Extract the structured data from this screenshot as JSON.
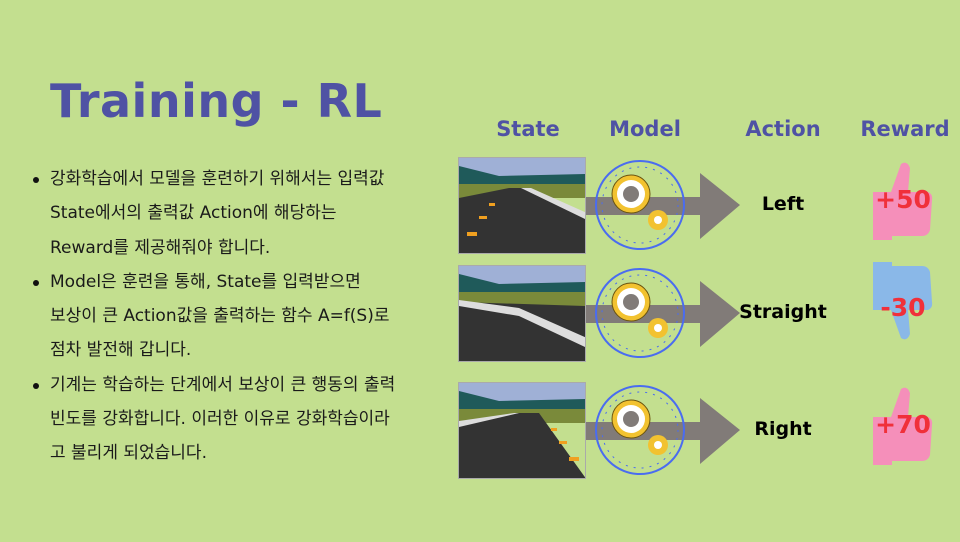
{
  "title": "Training - RL",
  "headers": {
    "state": "State",
    "model": "Model",
    "action": "Action",
    "reward": "Reward"
  },
  "bullets": [
    [
      "강화학습에서 모델을 훈련하기 위해서는 입력값",
      "State에서의 출력값 Action에 해당하는",
      "Reward를 제공해줘야 합니다."
    ],
    [
      "Model은 훈련을 통해, State를 입력받으면",
      "보상이 큰 Action값을 출력하는 함수 A=f(S)로",
      "점차 발전해 갑니다."
    ],
    [
      "기계는 학습하는 단계에서 보상이 큰 행동의 출력",
      "빈도를 강화합니다. 이러한 이유로 강화학습이라",
      "고 불리게 되었습니다."
    ]
  ],
  "rows": [
    {
      "action": "Left",
      "reward": "+50",
      "reward_icon": "thumbs-up-icon"
    },
    {
      "action": "Straight",
      "reward": "-30",
      "reward_icon": "thumbs-down-icon"
    },
    {
      "action": "Right",
      "reward": "+70",
      "reward_icon": "thumbs-up-icon"
    }
  ],
  "colors": {
    "background": "#c3df8f",
    "title": "#4f52a4",
    "reward_up": "#f58fba",
    "reward_down": "#8ab8e8",
    "reward_text": "#f0303a"
  }
}
